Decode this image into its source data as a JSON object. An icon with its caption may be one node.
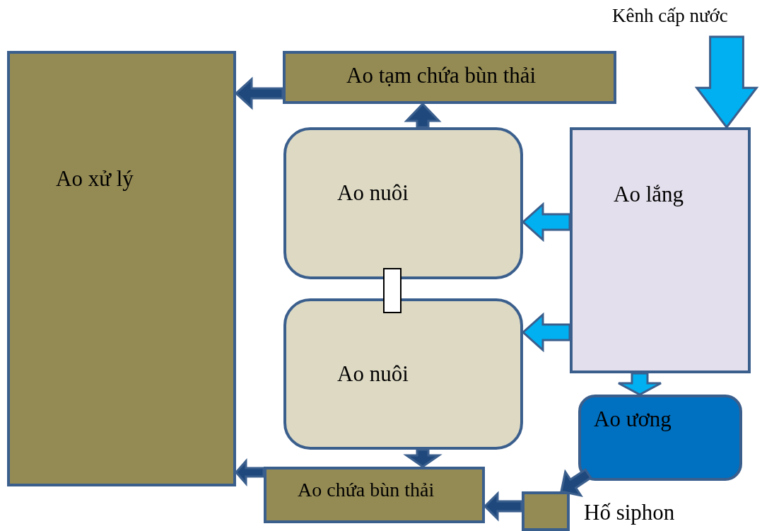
{
  "diagram": {
    "nodes": [
      {
        "text": [
          "Ao xử lý"
        ]
      },
      {
        "text": [
          "Ao tạm chứa bùn thải"
        ]
      },
      {
        "text": [
          "Kênh cấp nước"
        ]
      },
      {
        "text": [
          "Ao nuôi"
        ]
      },
      {
        "text": [
          "Ao lắng"
        ]
      },
      {
        "text": [
          "Ao nuôi"
        ]
      },
      {
        "text": [
          "Ao ương"
        ]
      },
      {
        "text": [
          "Ao chứa bùn thải"
        ]
      },
      {
        "text": [
          "Hố siphon"
        ]
      },
      {
        "text": [],
        "shape": "box"
      }
    ],
    "edges": [
      {
        "from": 1,
        "to": 0,
        "arrow": "to"
      },
      {
        "from": 3,
        "to": 1,
        "arrow": "to"
      },
      {
        "from": 2,
        "to": 4,
        "arrow": "to",
        "style": "thick",
        "color": "#00b0f0"
      },
      {
        "from": 4,
        "to": 3,
        "arrow": "to",
        "color": "#00b0f0"
      },
      {
        "from": 4,
        "to": 5,
        "arrow": "to",
        "color": "#00b0f0"
      },
      {
        "from": 4,
        "to": 6,
        "arrow": "to",
        "color": "#00b0f0"
      },
      {
        "from": 5,
        "to": 7,
        "arrow": "to"
      },
      {
        "from": 6,
        "to": 8,
        "arrow": "to"
      },
      {
        "from": 8,
        "to": 7,
        "arrow": "to"
      },
      {
        "from": 7,
        "to": 0,
        "arrow": "to"
      }
    ]
  }
}
